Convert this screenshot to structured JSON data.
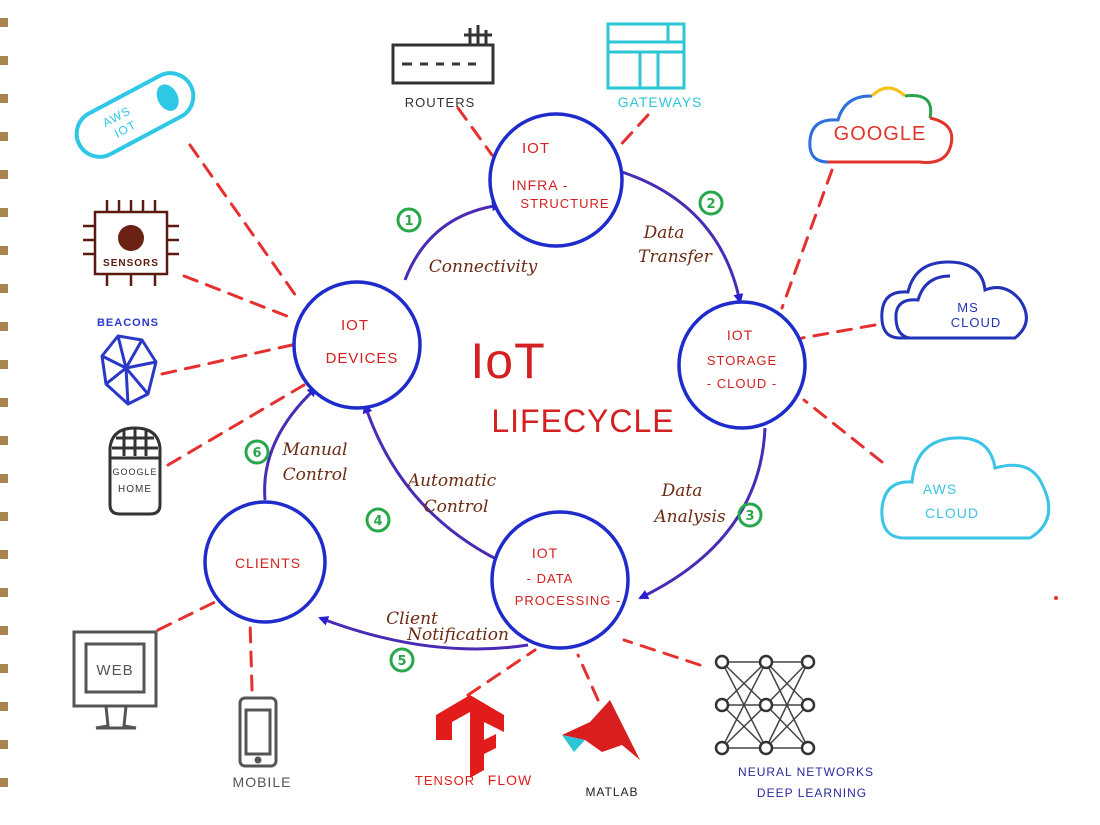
{
  "title": {
    "line1": "IoT",
    "line2": "LIFECYCLE"
  },
  "nodes": {
    "devices": {
      "line1": "IOT",
      "line2": "DEVICES"
    },
    "infrastructure": {
      "line1": "IOT",
      "line2": "INFRA -",
      "line3": "STRUCTURE"
    },
    "storage": {
      "line1": "IOT",
      "line2": "STORAGE",
      "line3": "- CLOUD -"
    },
    "processing": {
      "line1": "IOT",
      "line2": "- DATA",
      "line3": "PROCESSING -"
    },
    "clients": {
      "line1": "CLIENTS"
    }
  },
  "edges": {
    "connectivity": "Connectivity",
    "data_transfer_1": "Data",
    "data_transfer_2": "Transfer",
    "data_analysis_1": "Data",
    "data_analysis_2": "Analysis",
    "client_notification_1": "Client",
    "client_notification_2": "Notification",
    "manual_control_1": "Manual",
    "manual_control_2": "Control",
    "automatic_control_1": "Automatic",
    "automatic_control_2": "Control"
  },
  "steps": {
    "s1": "1",
    "s2": "2",
    "s3": "3",
    "s4": "4",
    "s5": "5",
    "s6": "6"
  },
  "peripherals": {
    "routers": "ROUTERS",
    "gateways": "GATEWAYS",
    "google": "GOOGLE",
    "ms_cloud_1": "MS",
    "ms_cloud_2": "CLOUD",
    "aws_cloud_1": "AWS",
    "aws_cloud_2": "CLOUD",
    "aws_iot_1": "AWS",
    "aws_iot_2": "IOT",
    "sensors": "SENSORS",
    "beacons": "BEACONS",
    "google_home_1": "GOOGLE",
    "google_home_2": "HOME",
    "web": "WEB",
    "mobile": "MOBILE",
    "tensorflow_1": "TENSOR",
    "tensorflow_2": "FLOW",
    "matlab": "MATLAB",
    "neural_1": "NEURAL NETWORKS",
    "neural_2": "DEEP LEARNING"
  },
  "colors": {
    "node_circle": "#1f2ccc",
    "cycle_arrow": "#4a2bb5",
    "node_text": "#d42020",
    "edge_label": "#6b2a12",
    "connector": "#e53030",
    "step_badge": "#27a84a",
    "google_blue": "#2f6fdc",
    "google_red": "#e0352b",
    "google_yellow": "#f2c31b",
    "google_green": "#2aa24b",
    "ms_cloud": "#2233b8",
    "aws_cloud": "#3cc4e6",
    "aws_iot": "#2ec8e6",
    "gateways": "#2cc6d6",
    "routers": "#333333",
    "sensors": "#5b1a10",
    "beacons": "#2a38c8",
    "device_gray": "#555555",
    "tensorflow": "#e21b1b",
    "matlab": "#d81e1e",
    "neural": "#2a2a9a"
  }
}
